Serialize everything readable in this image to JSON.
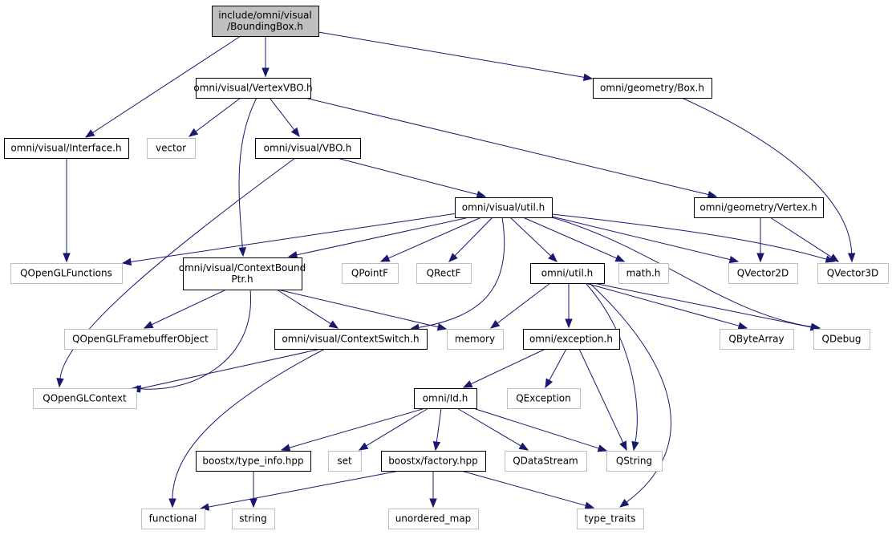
{
  "diagram": {
    "colors": {
      "edge": "#191970",
      "root_fill": "#bfbfbf",
      "node_border": "#000000",
      "external_border": "#bfbfbf",
      "background": "#ffffff"
    },
    "nodes": [
      {
        "id": "bbox",
        "lines": [
          "include/omni/visual",
          "/BoundingBox.h"
        ],
        "kind": "root"
      },
      {
        "id": "vertexvbo",
        "lines": [
          "omni/visual/VertexVBO.h"
        ],
        "kind": "internal"
      },
      {
        "id": "box",
        "lines": [
          "omni/geometry/Box.h"
        ],
        "kind": "internal"
      },
      {
        "id": "interface",
        "lines": [
          "omni/visual/Interface.h"
        ],
        "kind": "internal"
      },
      {
        "id": "vector",
        "lines": [
          "vector"
        ],
        "kind": "external"
      },
      {
        "id": "vbo",
        "lines": [
          "omni/visual/VBO.h"
        ],
        "kind": "internal"
      },
      {
        "id": "gvertex",
        "lines": [
          "omni/geometry/Vertex.h"
        ],
        "kind": "internal"
      },
      {
        "id": "vutil",
        "lines": [
          "omni/visual/util.h"
        ],
        "kind": "internal"
      },
      {
        "id": "qglfunc",
        "lines": [
          "QOpenGLFunctions"
        ],
        "kind": "external"
      },
      {
        "id": "cbptr",
        "lines": [
          "omni/visual/ContextBound",
          "Ptr.h"
        ],
        "kind": "internal"
      },
      {
        "id": "qpointf",
        "lines": [
          "QPointF"
        ],
        "kind": "external"
      },
      {
        "id": "qrectf",
        "lines": [
          "QRectF"
        ],
        "kind": "external"
      },
      {
        "id": "outil",
        "lines": [
          "omni/util.h"
        ],
        "kind": "internal"
      },
      {
        "id": "math",
        "lines": [
          "math.h"
        ],
        "kind": "external"
      },
      {
        "id": "qvec2",
        "lines": [
          "QVector2D"
        ],
        "kind": "external"
      },
      {
        "id": "qvec3",
        "lines": [
          "QVector3D"
        ],
        "kind": "external"
      },
      {
        "id": "qfbo",
        "lines": [
          "QOpenGLFramebufferObject"
        ],
        "kind": "external"
      },
      {
        "id": "ctxswitch",
        "lines": [
          "omni/visual/ContextSwitch.h"
        ],
        "kind": "internal"
      },
      {
        "id": "memory",
        "lines": [
          "memory"
        ],
        "kind": "external"
      },
      {
        "id": "exception",
        "lines": [
          "omni/exception.h"
        ],
        "kind": "internal"
      },
      {
        "id": "qbytearray",
        "lines": [
          "QByteArray"
        ],
        "kind": "external"
      },
      {
        "id": "qdebug",
        "lines": [
          "QDebug"
        ],
        "kind": "external"
      },
      {
        "id": "qglctx",
        "lines": [
          "QOpenGLContext"
        ],
        "kind": "external"
      },
      {
        "id": "oid",
        "lines": [
          "omni/Id.h"
        ],
        "kind": "internal"
      },
      {
        "id": "qexception",
        "lines": [
          "QException"
        ],
        "kind": "external"
      },
      {
        "id": "typeinfo",
        "lines": [
          "boostx/type_info.hpp"
        ],
        "kind": "internal"
      },
      {
        "id": "set",
        "lines": [
          "set"
        ],
        "kind": "external"
      },
      {
        "id": "factory",
        "lines": [
          "boostx/factory.hpp"
        ],
        "kind": "internal"
      },
      {
        "id": "qdatastream",
        "lines": [
          "QDataStream"
        ],
        "kind": "external"
      },
      {
        "id": "qstring",
        "lines": [
          "QString"
        ],
        "kind": "external"
      },
      {
        "id": "functional",
        "lines": [
          "functional"
        ],
        "kind": "external"
      },
      {
        "id": "string",
        "lines": [
          "string"
        ],
        "kind": "external"
      },
      {
        "id": "umap",
        "lines": [
          "unordered_map"
        ],
        "kind": "external"
      },
      {
        "id": "typetraits",
        "lines": [
          "type_traits"
        ],
        "kind": "external"
      }
    ],
    "edges": [
      [
        "bbox",
        "vertexvbo"
      ],
      [
        "bbox",
        "box"
      ],
      [
        "bbox",
        "interface"
      ],
      [
        "vertexvbo",
        "vector"
      ],
      [
        "vertexvbo",
        "vbo"
      ],
      [
        "vertexvbo",
        "gvertex"
      ],
      [
        "vertexvbo",
        "cbptr"
      ],
      [
        "box",
        "qvec3"
      ],
      [
        "interface",
        "qglfunc"
      ],
      [
        "vbo",
        "vutil"
      ],
      [
        "vbo",
        "qglctx"
      ],
      [
        "gvertex",
        "qvec2"
      ],
      [
        "gvertex",
        "qvec3"
      ],
      [
        "vutil",
        "qglfunc"
      ],
      [
        "vutil",
        "cbptr"
      ],
      [
        "vutil",
        "qpointf"
      ],
      [
        "vutil",
        "qrectf"
      ],
      [
        "vutil",
        "outil"
      ],
      [
        "vutil",
        "math"
      ],
      [
        "vutil",
        "qvec2"
      ],
      [
        "vutil",
        "qvec3"
      ],
      [
        "vutil",
        "ctxswitch"
      ],
      [
        "vutil",
        "qdebug"
      ],
      [
        "cbptr",
        "qfbo"
      ],
      [
        "cbptr",
        "ctxswitch"
      ],
      [
        "cbptr",
        "memory"
      ],
      [
        "cbptr",
        "qglctx"
      ],
      [
        "ctxswitch",
        "qglctx"
      ],
      [
        "ctxswitch",
        "functional"
      ],
      [
        "outil",
        "memory"
      ],
      [
        "outil",
        "exception"
      ],
      [
        "outil",
        "qbytearray"
      ],
      [
        "outil",
        "qdebug"
      ],
      [
        "outil",
        "qstring"
      ],
      [
        "outil",
        "typetraits"
      ],
      [
        "exception",
        "oid"
      ],
      [
        "exception",
        "qexception"
      ],
      [
        "exception",
        "qstring"
      ],
      [
        "oid",
        "typeinfo"
      ],
      [
        "oid",
        "set"
      ],
      [
        "oid",
        "factory"
      ],
      [
        "oid",
        "qdatastream"
      ],
      [
        "oid",
        "qstring"
      ],
      [
        "typeinfo",
        "string"
      ],
      [
        "factory",
        "functional"
      ],
      [
        "factory",
        "umap"
      ],
      [
        "factory",
        "typetraits"
      ]
    ]
  }
}
